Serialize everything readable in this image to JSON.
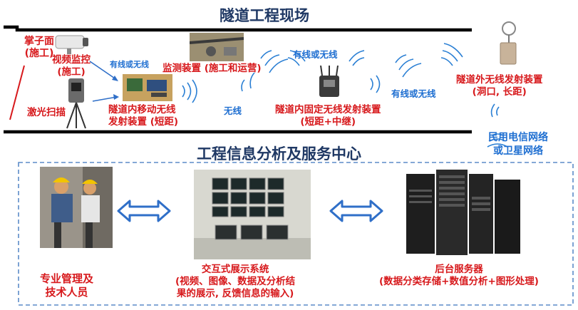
{
  "tunnel": {
    "title": "隧道工程现场",
    "face": [
      "掌子面",
      "(施工)"
    ],
    "camera": [
      "视频监控",
      "(施工)"
    ],
    "laser": "激光扫描",
    "monitor": "监测装置 (施工和运营)",
    "mobile_tx": [
      "隧道内移动无线",
      "发射装置 (短距)"
    ],
    "fixed_tx": [
      "隧道内固定无线发射装置",
      "(短距+中继)"
    ],
    "outer_tx": [
      "隧道外无线发射装置",
      "(洞口, 长距)"
    ],
    "link_wired_wireless_1": "有线或无线",
    "link_wired_wireless_2": "有线或无线",
    "link_wired_wireless_3": "有线或无线",
    "link_wireless": "无线"
  },
  "network_label": [
    "民用电信网络",
    "或卫星网络"
  ],
  "center": {
    "title": "工程信息分析及服务中心",
    "staff": [
      "专业管理及",
      "技术人员"
    ],
    "display": [
      "交互式展示系统",
      "(视频、图像、数据及分析结",
      "果的展示, 反馈信息的输入)"
    ],
    "servers": [
      "后台服务器",
      "(数据分类存储+数值分析+图形处理)"
    ]
  },
  "colors": {
    "label_red": "#d7191c",
    "label_blue": "#1f6fd1",
    "title_navy": "#1f3864",
    "arrow_blue": "#2f6fc8",
    "tunnel_line": "#000000"
  }
}
